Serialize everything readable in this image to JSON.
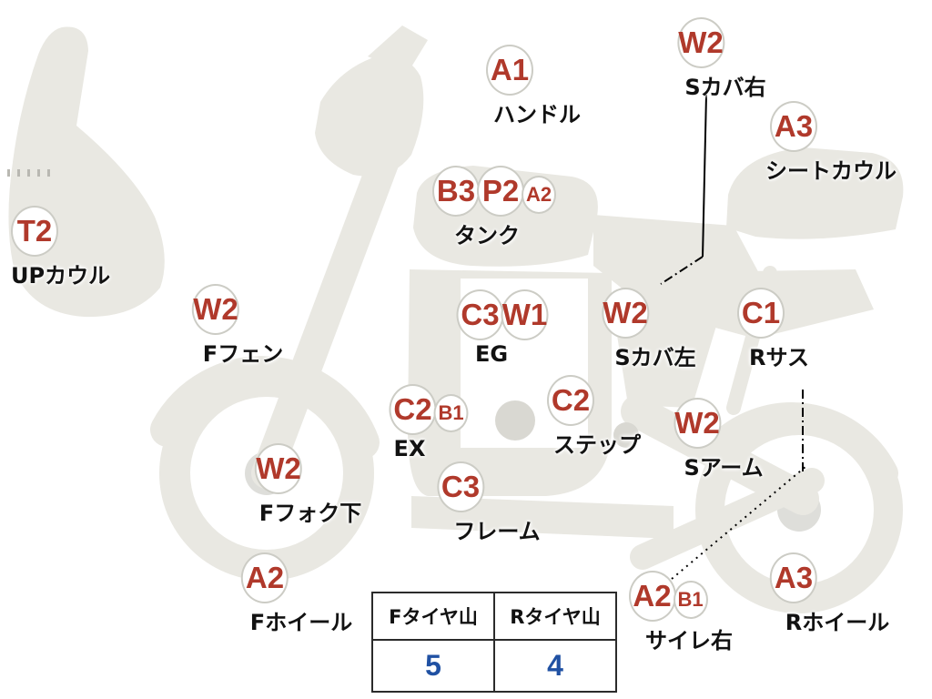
{
  "markers": [
    {
      "codes": [
        "A1"
      ],
      "label": "ハンドル"
    },
    {
      "codes": [
        "W2"
      ],
      "label": "Sカバ右"
    },
    {
      "codes": [
        "A3"
      ],
      "label": "シートカウル"
    },
    {
      "codes": [
        "B3",
        "P2",
        "A2"
      ],
      "label": "タンク"
    },
    {
      "codes": [
        "T2"
      ],
      "label": "UPカウル"
    },
    {
      "codes": [
        "W2"
      ],
      "label": "Fフェン"
    },
    {
      "codes": [
        "C3",
        "W1"
      ],
      "label": "EG"
    },
    {
      "codes": [
        "W2"
      ],
      "label": "Sカバ左"
    },
    {
      "codes": [
        "C1"
      ],
      "label": "Rサス"
    },
    {
      "codes": [
        "C2",
        "B1"
      ],
      "label": "EX"
    },
    {
      "codes": [
        "C2"
      ],
      "label": "ステップ"
    },
    {
      "codes": [
        "W2"
      ],
      "label": "Sアーム"
    },
    {
      "codes": [
        "W2"
      ],
      "label": "Fフォク下"
    },
    {
      "codes": [
        "C3"
      ],
      "label": "フレーム"
    },
    {
      "codes": [
        "A2"
      ],
      "label": "Fホイール"
    },
    {
      "codes": [
        "A3"
      ],
      "label": "Rホイール"
    },
    {
      "codes": [
        "A2",
        "B1"
      ],
      "label": "サイレ右"
    }
  ],
  "tire_table": {
    "headers": [
      "Fタイヤ山",
      "Rタイヤ山"
    ],
    "values": [
      "5",
      "4"
    ]
  },
  "colors": {
    "badge_code": "#b0392b",
    "badge_border": "#ccccc5",
    "tire_value": "#2051a3",
    "body_fill": "#e9e8e2"
  }
}
